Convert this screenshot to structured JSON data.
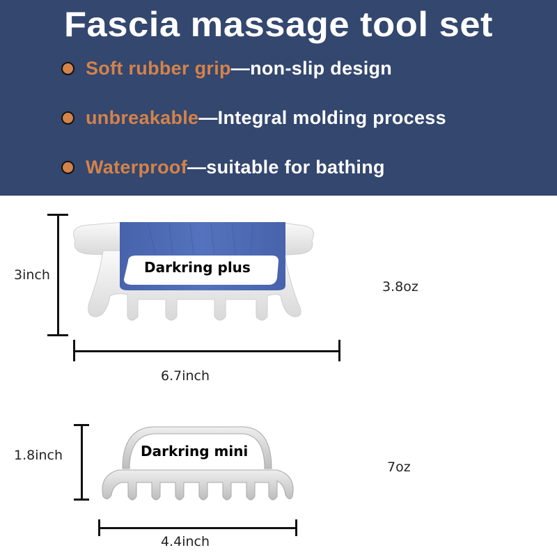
{
  "header": {
    "title": "Fascia massage tool set",
    "background": "#33476f",
    "accent_color": "#d4834a",
    "features": [
      {
        "highlight": "Soft rubber grip",
        "rest": "—non-slip design"
      },
      {
        "highlight": "unbreakable",
        "rest": "—Integral molding process"
      },
      {
        "highlight": "Waterproof",
        "rest": "—suitable for bathing"
      }
    ]
  },
  "products": [
    {
      "name": "Darkring plus",
      "height": "3inch",
      "width": "6.7inch",
      "weight": "3.8oz",
      "grip_color": "#4f6db4"
    },
    {
      "name": "Darkring mini",
      "height": "1.8inch",
      "width": "4.4inch",
      "weight": "7oz"
    }
  ]
}
